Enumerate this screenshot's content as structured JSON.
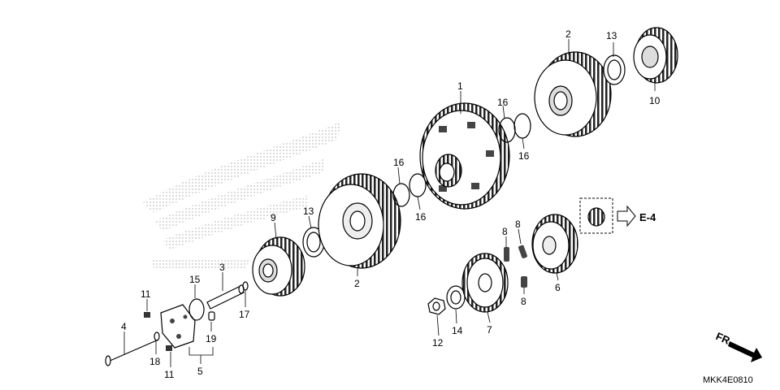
{
  "diagram": {
    "diagram_code": "MKK4E0810",
    "reference_tag": "E-4",
    "direction_tag": "FR.",
    "callouts": {
      "c1": "1",
      "c2a": "2",
      "c2b": "2",
      "c3": "3",
      "c4": "4",
      "c5": "5",
      "c6": "6",
      "c7": "7",
      "c8a": "8",
      "c8b": "8",
      "c8c": "8",
      "c9": "9",
      "c10": "10",
      "c11a": "11",
      "c11b": "11",
      "c12": "12",
      "c13a": "13",
      "c13b": "13",
      "c14": "14",
      "c15": "15",
      "c16a": "16",
      "c16b": "16",
      "c16c": "16",
      "c16d": "16",
      "c17": "17",
      "c18": "18",
      "c19": "19"
    }
  }
}
